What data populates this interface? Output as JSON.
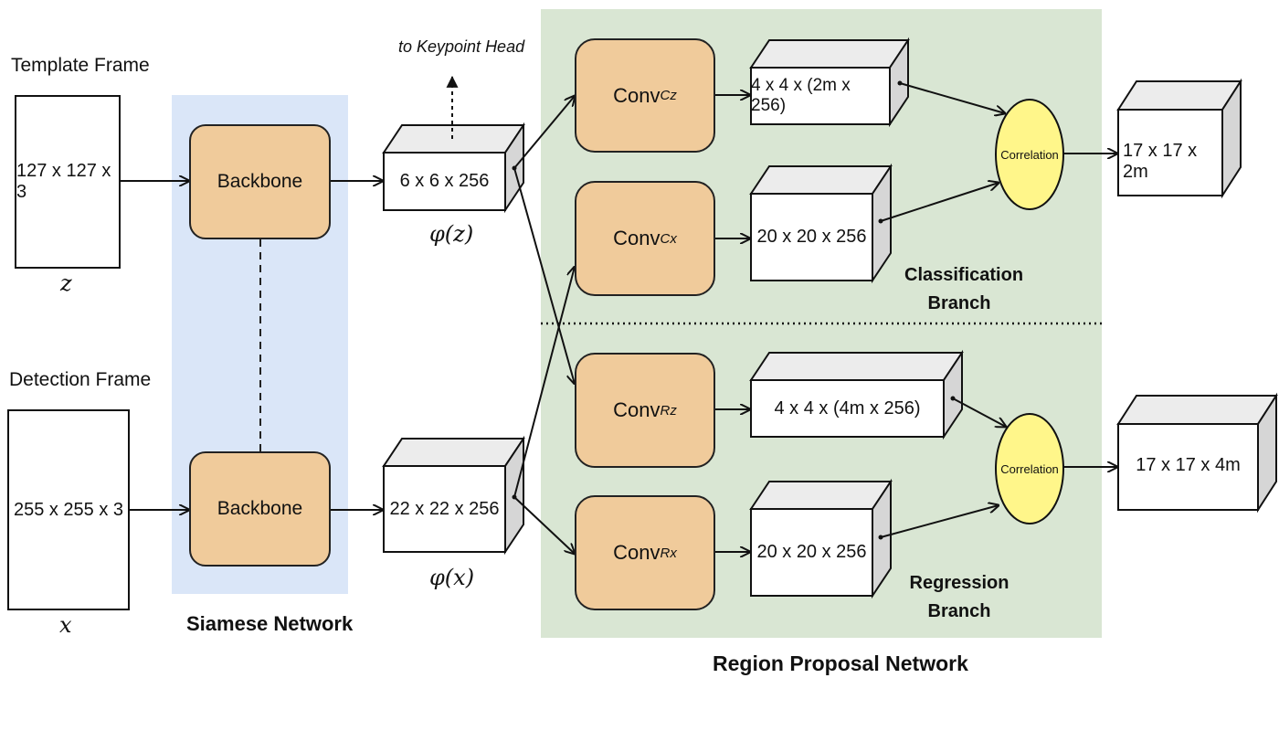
{
  "inputs": {
    "template": {
      "title": "Template Frame",
      "size": "127 x 127 x 3",
      "symbol": "z"
    },
    "detection": {
      "title": "Detection Frame",
      "size": "255 x 255 x 3",
      "symbol": "x"
    }
  },
  "siamese": {
    "label": "Siamese Network",
    "backbone_top": "Backbone",
    "backbone_bottom": "Backbone"
  },
  "features": {
    "template": {
      "size": "6 x 6 x 256",
      "symbol": "φ(z)"
    },
    "detection": {
      "size": "22 x 22 x 256",
      "symbol": "φ(x)"
    },
    "keypoint_note": "to Keypoint Head"
  },
  "rpn": {
    "label": "Region Proposal Network",
    "convs": [
      {
        "base": "Conv",
        "sub": "Cz"
      },
      {
        "base": "Conv",
        "sub": "Cx"
      },
      {
        "base": "Conv",
        "sub": "Rz"
      },
      {
        "base": "Conv",
        "sub": "Rx"
      }
    ],
    "conv_outputs": {
      "cz": "4 x 4 x (2m x 256)",
      "cx": "20 x 20 x 256",
      "rz": "4 x 4 x (4m x 256)",
      "rx": "20 x 20 x 256"
    },
    "classification_branch": {
      "line1": "Classification",
      "line2": "Branch"
    },
    "regression_branch": {
      "line1": "Regression",
      "line2": "Branch"
    },
    "correlation_top": "Correlation",
    "correlation_bottom": "Correlation",
    "output_top": "17 x 17 x 2m",
    "output_bottom": "17 x 17 x 4m"
  },
  "colors": {
    "siamese_bg": "#dae6f8",
    "rpn_bg": "#d9e6d3",
    "block_fill": "#f0cb9b",
    "correlation_fill": "#fff68a"
  }
}
